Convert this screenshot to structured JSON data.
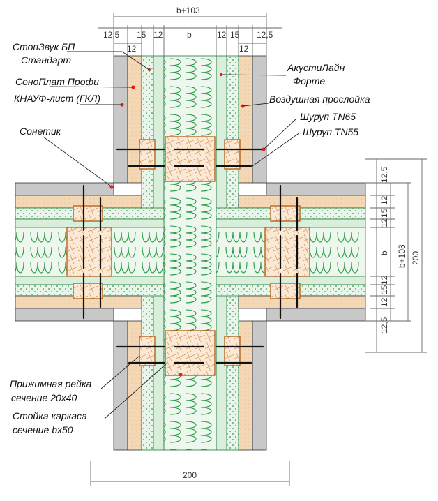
{
  "labels": {
    "stopzvuk": "СтопЗвук БП",
    "standart": "Стандарт",
    "sonoplat": "СоноПлат Профи",
    "knauf": "КНАУФ-лист (ГКЛ)",
    "sonetik": "Сонетик",
    "akustilain": "АкустиЛайн",
    "forte": "Форте",
    "air_gap": "Воздушная прослойка",
    "screw65": "Шуруп TN65",
    "screw55": "Шуруп TN55",
    "rail": "Прижимная рейка",
    "rail_section": "сечение 20х40",
    "stud": "Стойка каркаса",
    "stud_section": "сечение bх50"
  },
  "dimensions": {
    "top_total": "b+103",
    "top_12_5_left": "12,5",
    "top_15_left": "15",
    "top_12_left": "12",
    "top_b": "b",
    "top_12_right": "12",
    "top_15_right": "15",
    "top_12_5_right": "12,5",
    "top_sub_12_left": "12",
    "top_sub_12_right": "12",
    "right_12_5_top": "12,5",
    "right_12_top": "12",
    "right_15_top": "15",
    "right_12_top2": "12",
    "right_b": "b",
    "right_12_bot": "12",
    "right_15_bot": "15",
    "right_12_bot2": "12",
    "right_12_5_bot": "12,5",
    "right_total": "b+103",
    "right_overall": "200",
    "bottom_overall": "200"
  },
  "colors": {
    "gkl": "#c8c8c8",
    "board": "#f2d6b3",
    "mineral_wool": "#1e8a3c",
    "wool_bg": "#eaf6ea",
    "stud": "#fbe9d5",
    "stud_outline": "#b5651d",
    "dot": "#e2231a"
  }
}
